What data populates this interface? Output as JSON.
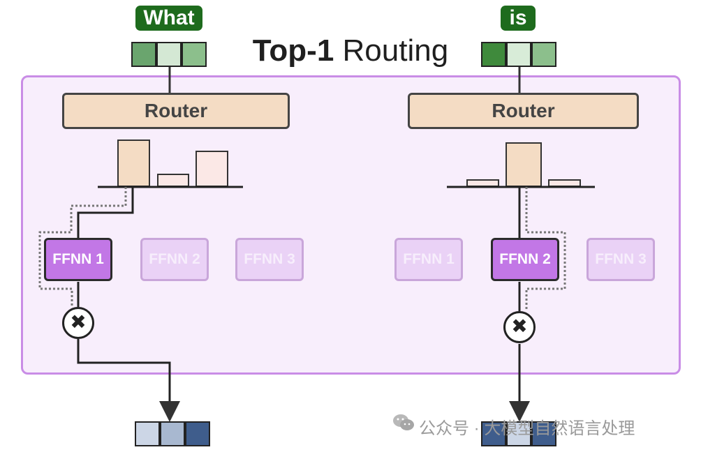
{
  "title": {
    "bold": "Top-1",
    "regular": "Routing"
  },
  "tokens": [
    {
      "label": "What",
      "vector_colors": [
        "#6aa56e",
        "#d4e8d4",
        "#8cbf8c"
      ]
    },
    {
      "label": "is",
      "vector_colors": [
        "#3f8a3c",
        "#d8ecd8",
        "#8cbf8c"
      ]
    }
  ],
  "routers": [
    {
      "label": "Router"
    },
    {
      "label": "Router"
    }
  ],
  "experts_left": [
    {
      "label": "FFNN 1",
      "selected": true
    },
    {
      "label": "FFNN 2",
      "selected": false
    },
    {
      "label": "FFNN 3",
      "selected": false
    }
  ],
  "experts_right": [
    {
      "label": "FFNN 1",
      "selected": false
    },
    {
      "label": "FFNN 2",
      "selected": true
    },
    {
      "label": "FFNN 3",
      "selected": false
    }
  ],
  "multiply_symbol": "✖",
  "outputs": [
    {
      "vector_colors": [
        "#ccd6e6",
        "#a8b8d0",
        "#3f5d8c"
      ]
    },
    {
      "vector_colors": [
        "#3f5d8c",
        "#ccd6e6",
        "#3f5d8c"
      ]
    }
  ],
  "watermark": "公众号 · 大模型自然语言处理",
  "colors": {
    "moe_border": "#c98de6",
    "router_fill": "#f4dcc4",
    "expert_active": "#c277e6",
    "token_bg": "#1e6b1d",
    "bar_fill": "#f4dcc4",
    "bar_fill_light": "#fbe8e6"
  }
}
